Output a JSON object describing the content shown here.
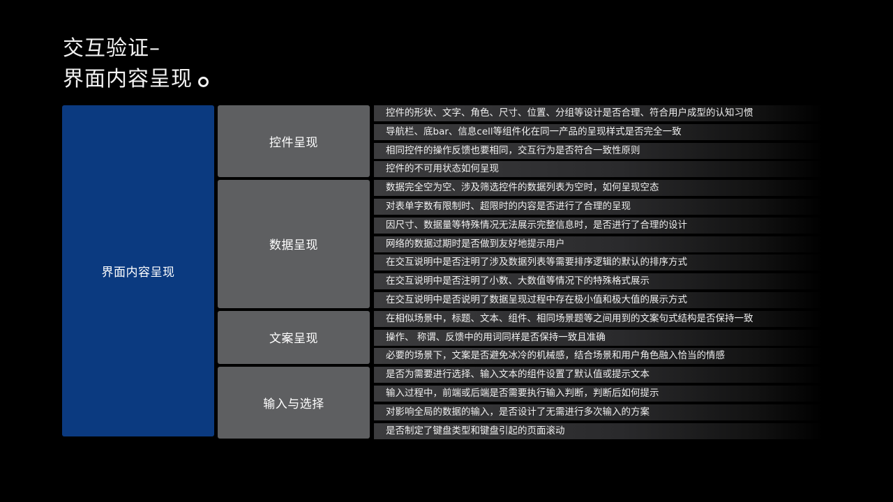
{
  "title": {
    "line1": "交互验证–",
    "line2": "界面内容呈现"
  },
  "main_label": "界面内容呈现",
  "categories": [
    {
      "label": "控件呈现",
      "items": [
        "控件的形状、文字、角色、尺寸、位置、分组等设计是否合理、符合用户成型的认知习惯",
        "导航栏、底bar、信息cell等组件化在同一产品的呈现样式是否完全一致",
        "相同控件的操作反馈也要相同，交互行为是否符合一致性原则",
        "控件的不可用状态如何呈现"
      ]
    },
    {
      "label": "数据呈现",
      "items": [
        "数据完全空为空、涉及筛选控件的数据列表为空时，如何呈现空态",
        "对表单字数有限制时、超限时的内容是否进行了合理的呈现",
        "因尺寸、数据量等特殊情况无法展示完整信息时，是否进行了合理的设计",
        "网络的数据过期时是否做到友好地提示用户",
        "在交互说明中是否注明了涉及数据列表等需要排序逻辑的默认的排序方式",
        "在交互说明中是否注明了小数、大数值等情况下的特殊格式展示",
        "在交互说明中是否说明了数据呈现过程中存在极小值和极大值的展示方式"
      ]
    },
    {
      "label": "文案呈现",
      "items": [
        "在相似场景中，标题、文本、组件、相同场景题等之间用到的文案句式结构是否保持一致",
        "操作、 称谓、反馈中的用词同样是否保持一致且准确",
        "必要的场景下，文案是否避免冰冷的机械感，结合场景和用户角色融入恰当的情感"
      ]
    },
    {
      "label": "输入与选择",
      "items": [
        "是否为需要进行选择、输入文本的组件设置了默认值或提示文本",
        "输入过程中，前端或后端是否需要执行输入判断，判断后如何提示",
        "对影响全局的数据的输入，是否设计了无需进行多次输入的方案",
        "是否制定了键盘类型和键盘引起的页面滚动"
      ]
    }
  ]
}
